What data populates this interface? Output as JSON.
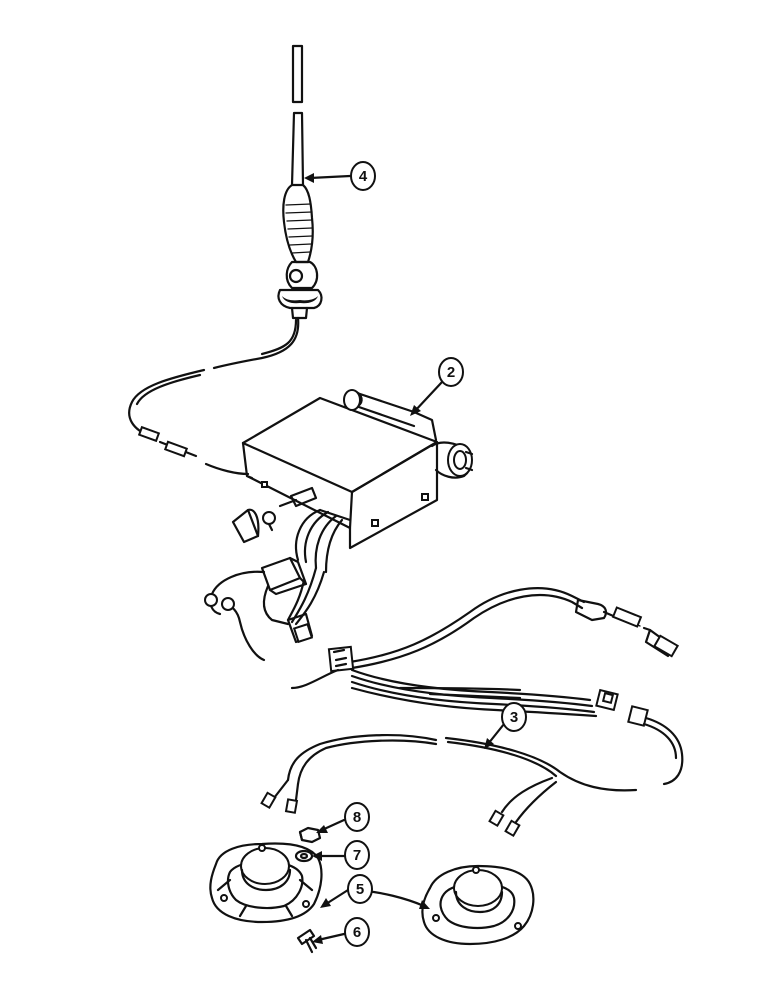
{
  "callouts": [
    {
      "id": "4",
      "label": "4"
    },
    {
      "id": "2",
      "label": "2"
    },
    {
      "id": "3",
      "label": "3"
    },
    {
      "id": "8",
      "label": "8"
    },
    {
      "id": "7",
      "label": "7"
    },
    {
      "id": "5",
      "label": "5"
    },
    {
      "id": "6",
      "label": "6"
    }
  ]
}
